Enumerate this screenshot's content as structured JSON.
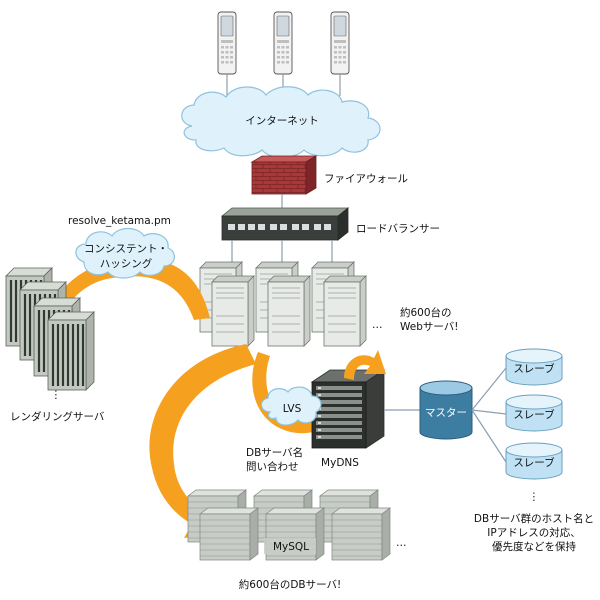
{
  "labels": {
    "internet": "インターネット",
    "firewall": "ファイアウォール",
    "load_balancer": "ロードバランサー",
    "resolve_module": "resolve_ketama.pm",
    "consistent_hashing_line1": "コンシステント・",
    "consistent_hashing_line2": "ハッシング",
    "web_servers_line1": "約600台の",
    "web_servers_line2": "Webサーバ!",
    "web_ellipsis": "…",
    "rendering_servers": "レンダリングサーバ",
    "rendering_ellipsis": "⋮",
    "lvs": "LVS",
    "mydns": "MyDNS",
    "dbquery_line1": "DBサーバ名",
    "dbquery_line2": "問い合わせ",
    "master": "マスター",
    "slave": "スレーブ",
    "slave_ellipsis": "⋮",
    "slave_note_line1": "DBサーバ群のホスト名と",
    "slave_note_line2": "IPアドレスの対応、",
    "slave_note_line3": "優先度などを保持",
    "mysql": "MySQL",
    "db_ellipsis": "…",
    "db_servers": "約600台のDBサーバ!"
  },
  "colors": {
    "arrow": "#f5a01e",
    "firewall": "#a8383a",
    "cloud": "#dff2fb",
    "master_db": "#3e7da2",
    "slave_db": "#bfe1f3"
  },
  "icons": [
    "phone-icon",
    "internet-cloud-icon",
    "firewall-icon",
    "load-balancer-icon",
    "web-server-icon",
    "rendering-server-icon",
    "dns-server-rack-icon",
    "master-db-icon",
    "slave-db-icon",
    "db-server-icon"
  ]
}
